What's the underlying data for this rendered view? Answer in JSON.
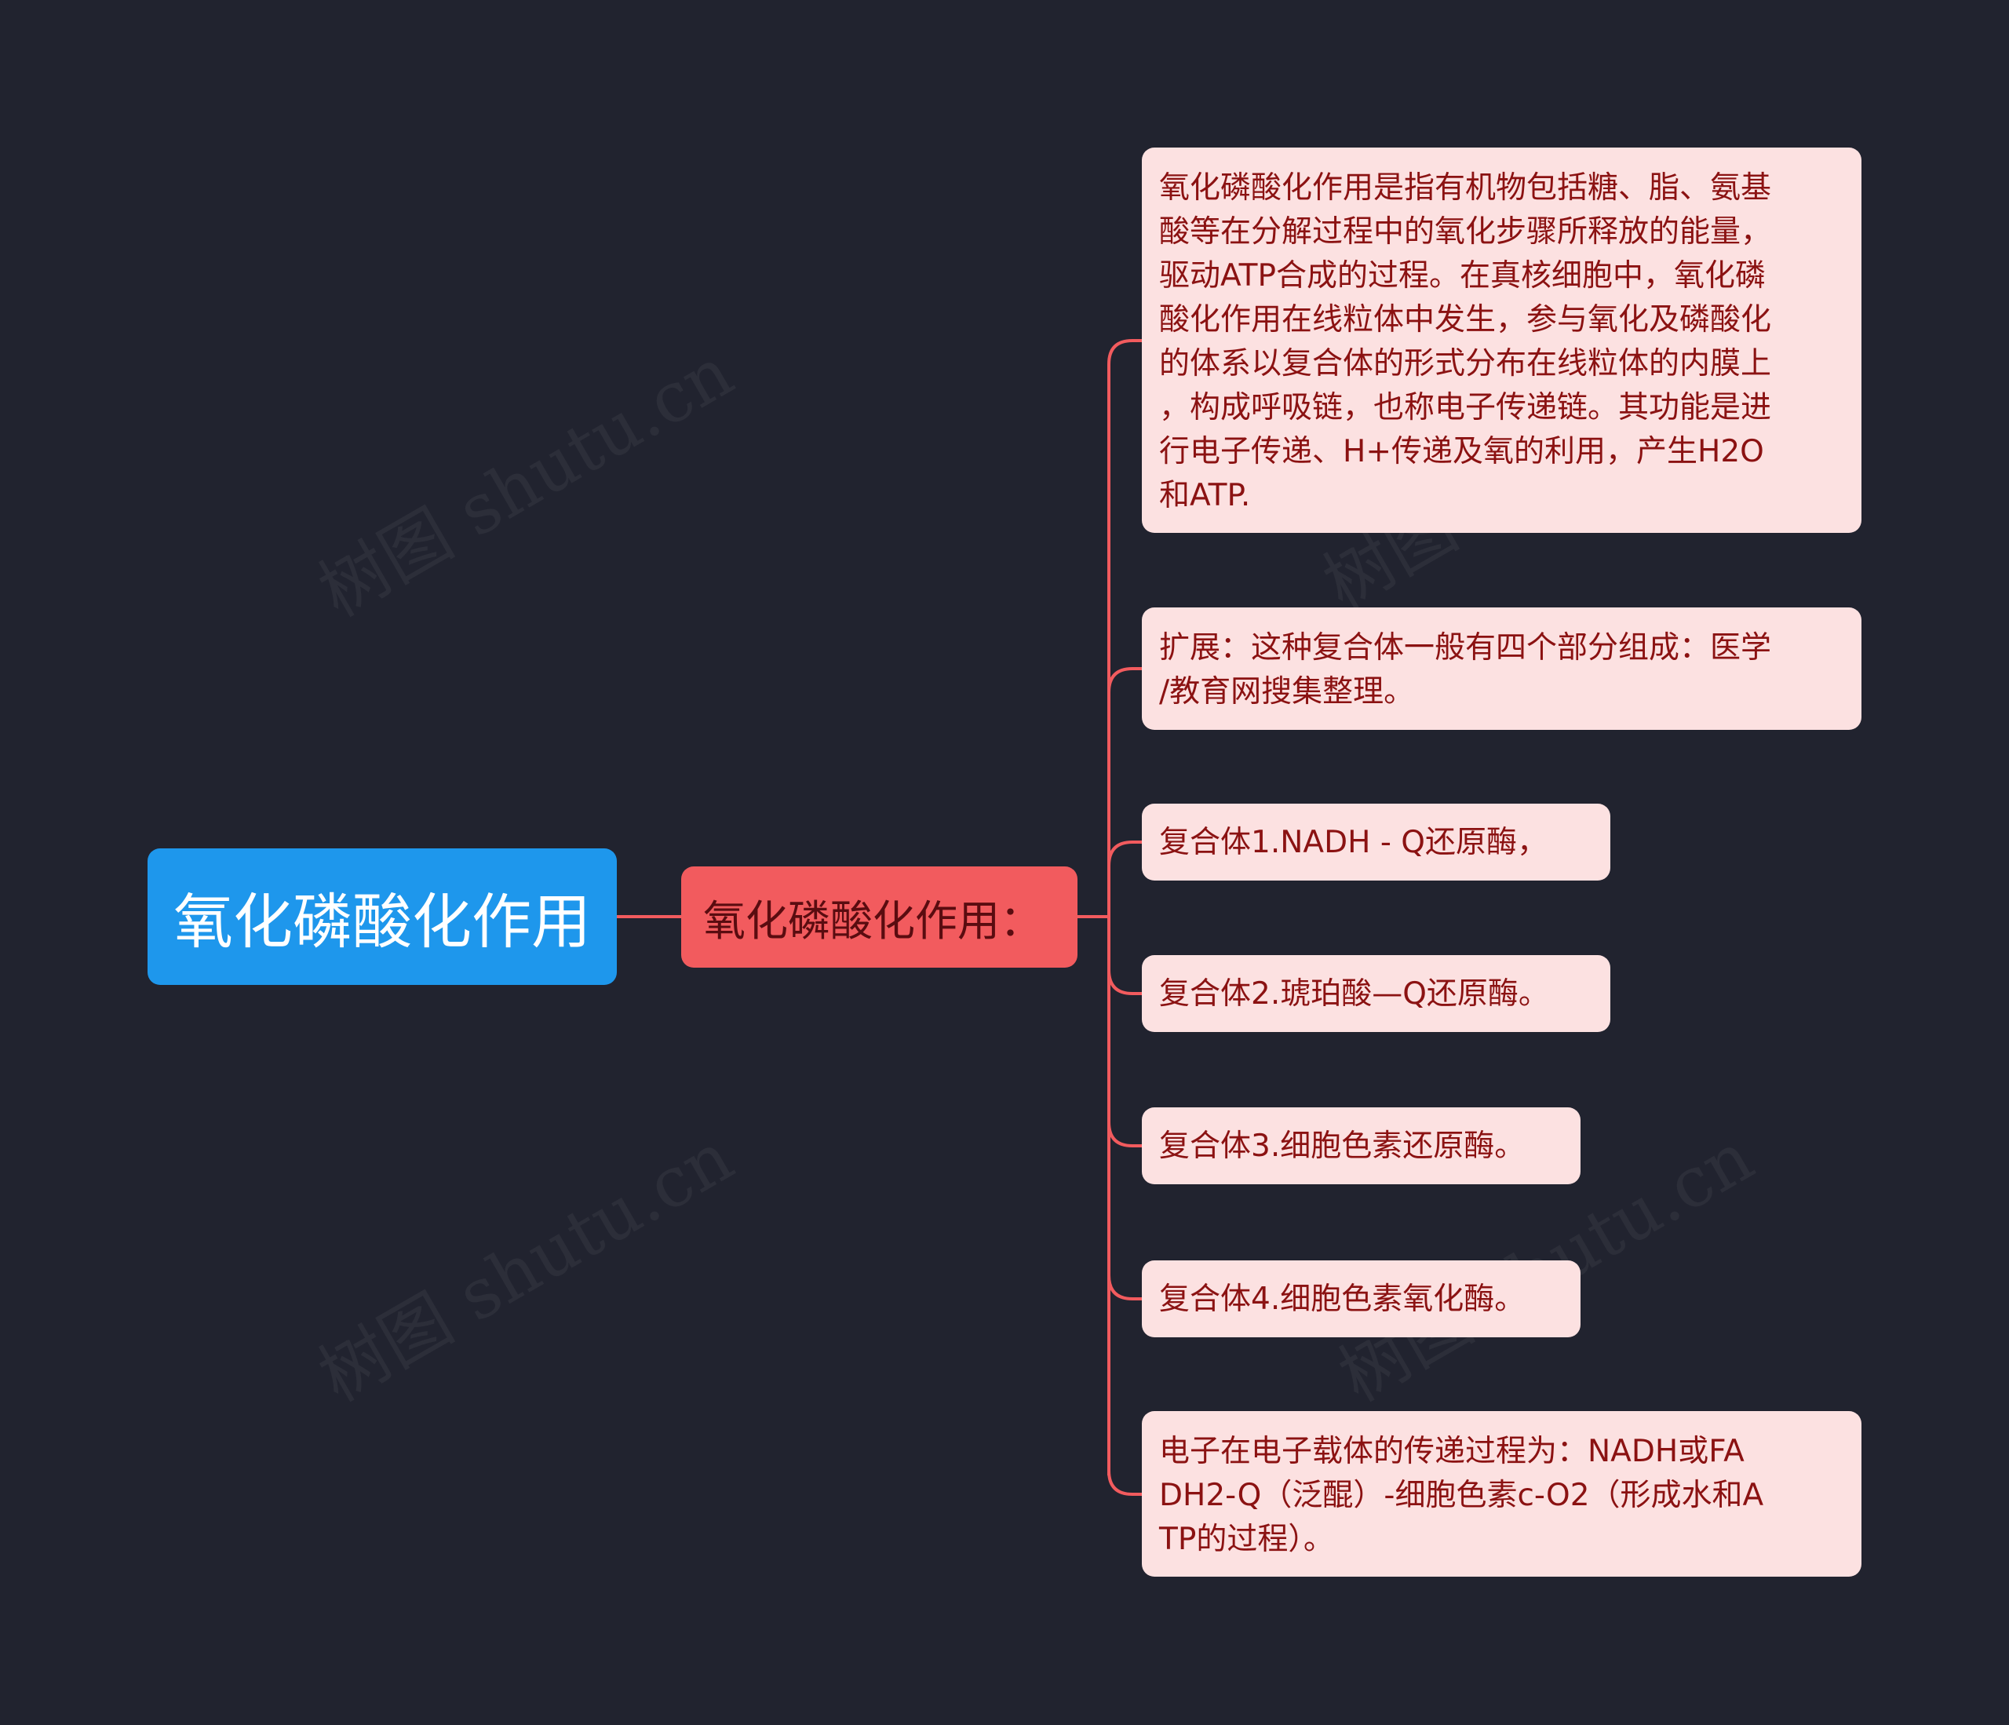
{
  "root": {
    "label": "氧化磷酸化作用"
  },
  "branch": {
    "label": "氧化磷酸化作用："
  },
  "leaves": [
    {
      "lines": [
        "氧化磷酸化作用是指有机物包括糖、脂、氨基",
        "酸等在分解过程中的氧化步骤所释放的能量，",
        "驱动ATP合成的过程。在真核细胞中，氧化磷",
        "酸化作用在线粒体中发生，参与氧化及磷酸化",
        "的体系以复合体的形式分布在线粒体的内膜上",
        "，构成呼吸链，也称电子传递链。其功能是进",
        "行电子传递、H+传递及氧的利用，产生H2O",
        "和ATP."
      ]
    },
    {
      "lines": [
        "扩展：这种复合体一般有四个部分组成：医学",
        "/教育网搜集整理。"
      ]
    },
    {
      "lines": [
        "复合体1.NADH - Q还原酶，"
      ]
    },
    {
      "lines": [
        "复合体2.琥珀酸—Q还原酶。"
      ]
    },
    {
      "lines": [
        "复合体3.细胞色素还原酶。"
      ]
    },
    {
      "lines": [
        "复合体4.细胞色素氧化酶。"
      ]
    },
    {
      "lines": [
        "电子在电子载体的传递过程为：NADH或FA",
        "DH2-Q（泛醌）-细胞色素c-O2（形成水和A",
        "TP的过程）。"
      ]
    }
  ],
  "watermark": "树图 shutu.cn",
  "colors": {
    "background": "#21232f",
    "root": "#1e97ec",
    "branch": "#f25b5e",
    "leaf": "#fce1e1",
    "leaf_text": "#8b1212",
    "connector": "#f25b5e"
  }
}
